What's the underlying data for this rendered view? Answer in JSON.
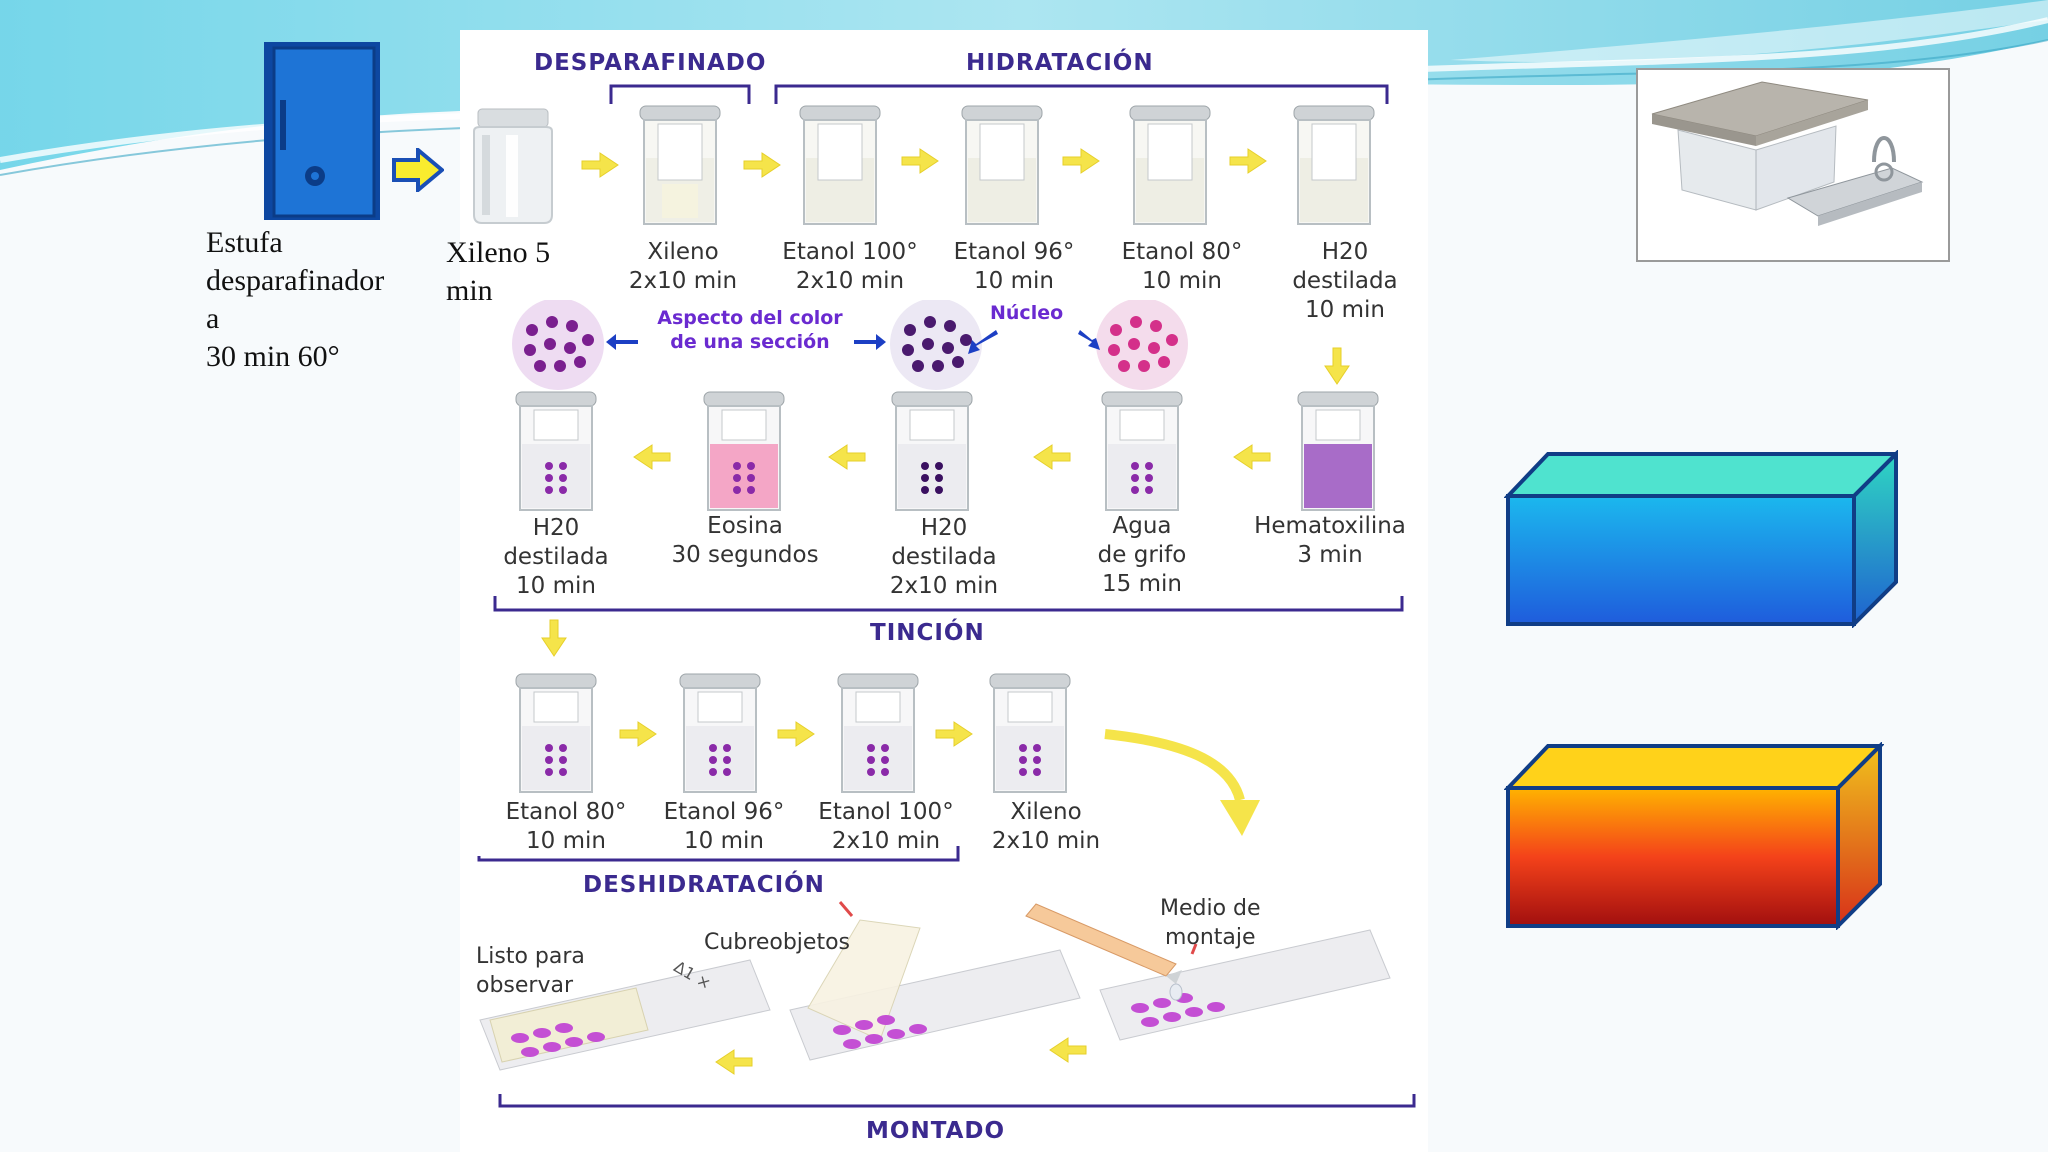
{
  "left": {
    "oven_label": [
      "Estufa",
      "desparafinador",
      "a",
      "30 min 60°"
    ],
    "xylene_label": [
      "Xileno 5",
      "min"
    ]
  },
  "sections": {
    "desparafinado": "DESPARAFINADO",
    "hidratacion": "HIDRATACIÓN",
    "tincion": "TINCIÓN",
    "deshidratacion": "DESHIDRATACIÓN",
    "montado": "MONTADO"
  },
  "row1": [
    {
      "lines": [
        "Xileno",
        "2x10 min"
      ],
      "liquid": "#efefe6"
    },
    {
      "lines": [
        "Etanol 100°",
        "2x10 min"
      ],
      "liquid": "#eeeee4"
    },
    {
      "lines": [
        "Etanol 96°",
        "10 min"
      ],
      "liquid": "#eeeee4"
    },
    {
      "lines": [
        "Etanol 80°",
        "10 min"
      ],
      "liquid": "#eeeee4"
    },
    {
      "lines": [
        "H20",
        "destilada",
        "10 min"
      ],
      "liquid": "#eeeee4"
    }
  ],
  "row2": [
    {
      "lines": [
        "H20",
        "destilada",
        "10 min"
      ],
      "liquid": "#ececf0"
    },
    {
      "lines": [
        "Eosina",
        "30 segundos"
      ],
      "liquid": "#f4a6c6"
    },
    {
      "lines": [
        "H20",
        "destilada",
        "2x10 min"
      ],
      "liquid": "#ececf0"
    },
    {
      "lines": [
        "Agua",
        "de grifo",
        "15 min"
      ],
      "liquid": "#ececf0"
    },
    {
      "lines": [
        "Hematoxilina",
        "3 min"
      ],
      "liquid": "#a86cc8"
    }
  ],
  "row3": [
    {
      "lines": [
        "Etanol 80°",
        "10 min"
      ],
      "liquid": "#ececf0"
    },
    {
      "lines": [
        "Etanol 96°",
        "10 min"
      ],
      "liquid": "#ececf0"
    },
    {
      "lines": [
        "Etanol 100°",
        "2x10 min"
      ],
      "liquid": "#ececf0"
    },
    {
      "lines": [
        "Xileno",
        "2x10 min"
      ],
      "liquid": "#ececf0"
    }
  ],
  "circles": {
    "aspect_label": [
      "Aspecto del color",
      "de una sección"
    ],
    "nucleus_label": "Núcleo"
  },
  "mounting": {
    "ready": [
      "Listo para",
      "observar"
    ],
    "coverslip": "Cubreobjetos",
    "medium": [
      "Medio de",
      "montaje"
    ]
  },
  "colors": {
    "section_title": "#3b2a8f",
    "arrow_yellow": "#f5e44a",
    "oven_blue": "#1565c0",
    "box_cyan_top": "#4fe3cf",
    "box_red_front": "#e3261a"
  },
  "icons": {
    "oven": "oven-icon",
    "next": "right-arrow-icon",
    "xylene_jar": "jar-icon",
    "staining_box": "staining-box-photo"
  }
}
